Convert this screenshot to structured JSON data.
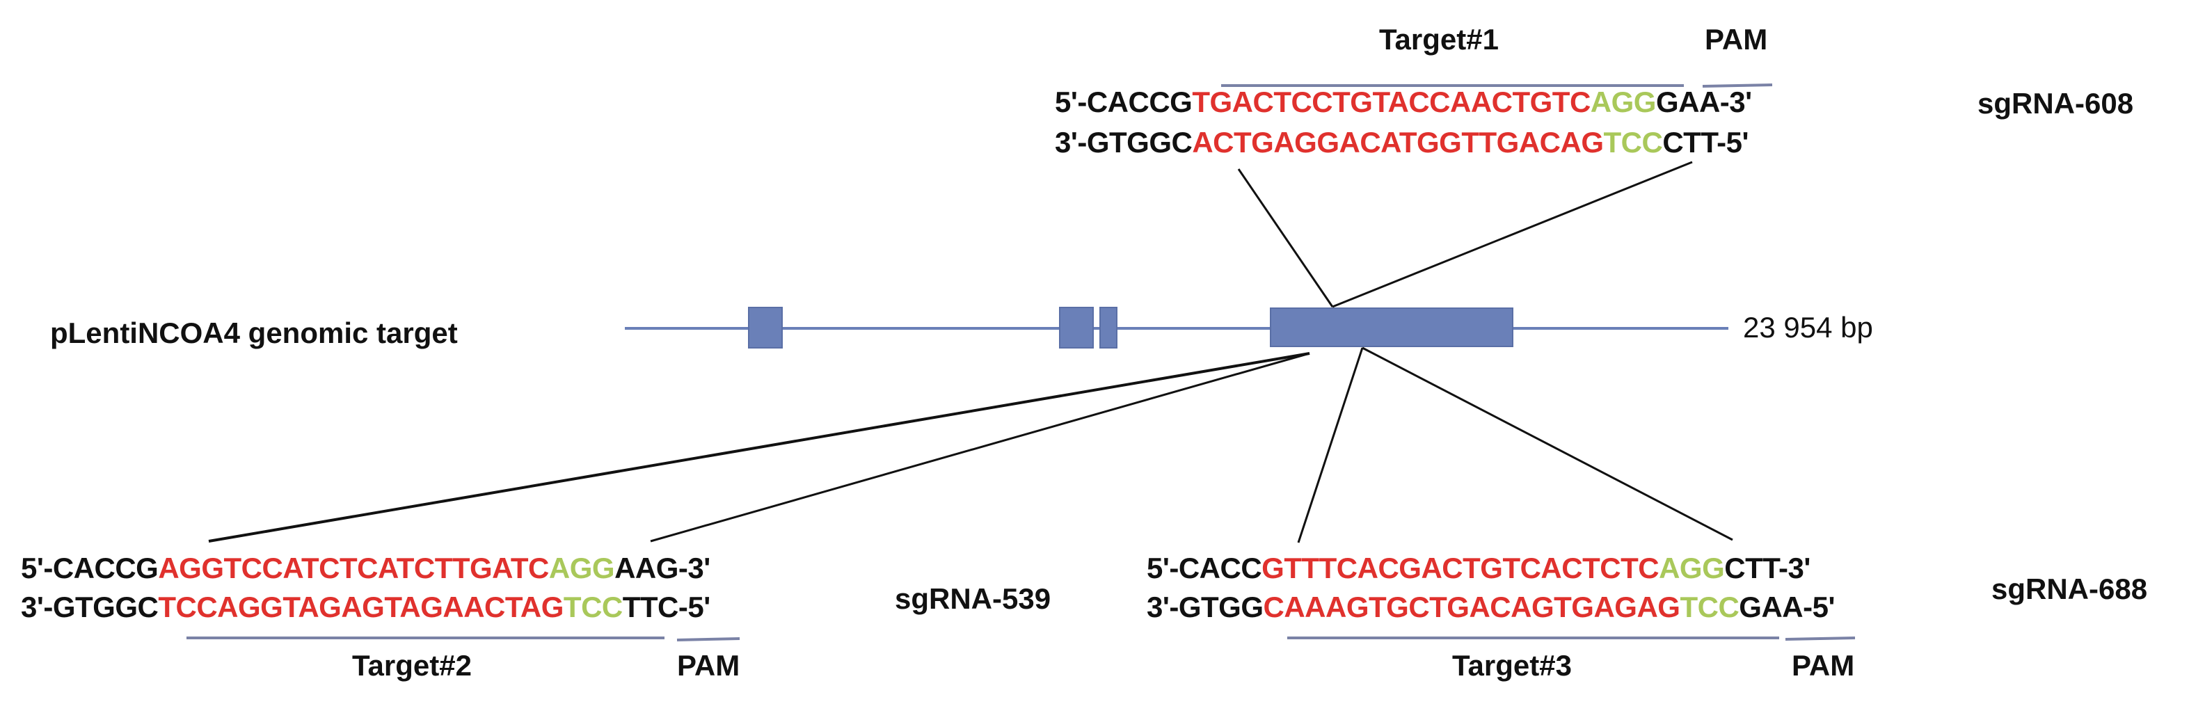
{
  "colors": {
    "flank": "#111111",
    "target": "#e0312d",
    "pam": "#a9c85a",
    "gene": "#6a80b8",
    "underline": "#7a82a6",
    "connector": "#111111"
  },
  "gene": {
    "label": "pLentiNCOA4 genomic target",
    "length_label": "23 954 bp",
    "exon_count": 4
  },
  "sgrnas": [
    {
      "name": "sgRNA-608",
      "target_label": "Target#1",
      "pam_label": "PAM",
      "top_strand": {
        "prefix": "5'-CACCG",
        "target": "TGACTCCTGTACCAACTGTC",
        "pam": "AGG",
        "suffix": "GAA-3'"
      },
      "bottom_strand": {
        "prefix": "3'-GTGGC",
        "target": "ACTGAGGACATGGTTGACAG",
        "pam": "TCC",
        "suffix": "CTT-5'"
      }
    },
    {
      "name": "sgRNA-539",
      "target_label": "Target#2",
      "pam_label": "PAM",
      "top_strand": {
        "prefix": "5'-CACCG",
        "target": "AGGTCCATCTCATCTTGATC",
        "pam": "AGG",
        "suffix": "AAG-3'"
      },
      "bottom_strand": {
        "prefix": "3'-GTGGC",
        "target": "TCCAGGTAGAGTAGAACTAG",
        "pam": "TCC",
        "suffix": "TTC-5'"
      }
    },
    {
      "name": "sgRNA-688",
      "target_label": "Target#3",
      "pam_label": "PAM",
      "top_strand": {
        "prefix": "5'-CACC",
        "target": "GTTTCACGACTGTCACTCTC",
        "pam": "AGG",
        "suffix": "CTT-3'"
      },
      "bottom_strand": {
        "prefix": "3'-GTGG",
        "target": "CAAAGTGCTGACAGTGAGAG",
        "pam": "TCC",
        "suffix": "GAA-5'"
      }
    }
  ]
}
